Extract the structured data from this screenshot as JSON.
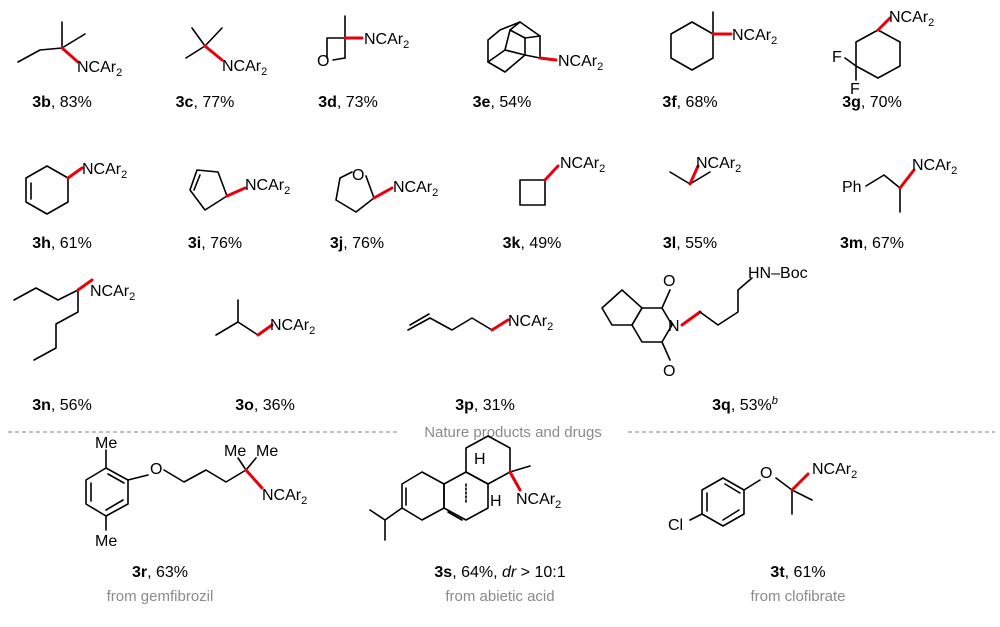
{
  "substituent": {
    "group": "NCAr",
    "index": "2"
  },
  "atoms": {
    "O": "O",
    "F": "F",
    "Ph": "Ph",
    "HN": "HN",
    "Boc": "Boc",
    "N": "N",
    "Me": "Me",
    "Cl": "Cl",
    "H": "H",
    "dash": "–"
  },
  "compounds": [
    {
      "id": "3b",
      "yield": ", 83%"
    },
    {
      "id": "3c",
      "yield": ", 77%"
    },
    {
      "id": "3d",
      "yield": ", 73%"
    },
    {
      "id": "3e",
      "yield": ", 54%"
    },
    {
      "id": "3f",
      "yield": ", 68%"
    },
    {
      "id": "3g",
      "yield": ", 70%"
    },
    {
      "id": "3h",
      "yield": ", 61%"
    },
    {
      "id": "3i",
      "yield": ", 76%"
    },
    {
      "id": "3j",
      "yield": ", 76%"
    },
    {
      "id": "3k",
      "yield": ", 49%"
    },
    {
      "id": "3l",
      "yield": ", 55%"
    },
    {
      "id": "3m",
      "yield": ", 67%"
    },
    {
      "id": "3n",
      "yield": ", 56%"
    },
    {
      "id": "3o",
      "yield": ", 36%"
    },
    {
      "id": "3p",
      "yield": ", 31%"
    },
    {
      "id": "3q",
      "yield": ", 53%",
      "note": "b"
    },
    {
      "id": "3r",
      "yield": ", 63%",
      "source": "from gemfibrozil"
    },
    {
      "id": "3s",
      "yield": ", 64%, ",
      "dr_label": "dr",
      "dr_value": " > 10:1",
      "source": "from abietic acid"
    },
    {
      "id": "3t",
      "yield": ", 61%",
      "source": "from clofibrate"
    }
  ],
  "section_title": "Nature products and drugs",
  "colors": {
    "new_bond": "#e8000b",
    "caption": "#8a8a8a"
  }
}
